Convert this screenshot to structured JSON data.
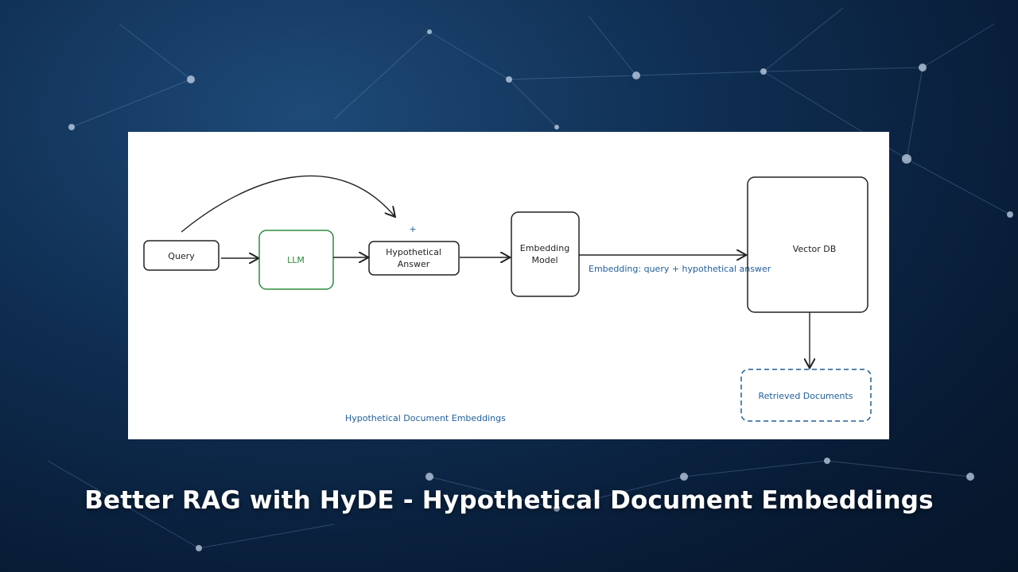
{
  "diagram": {
    "nodes": {
      "query": "Query",
      "llm": "LLM",
      "hypo_line1": "Hypothetical",
      "hypo_line2": "Answer",
      "embed_line1": "Embedding",
      "embed_line2": "Model",
      "vectordb": "Vector DB",
      "retrieved": "Retrieved Documents"
    },
    "plus_sign": "+",
    "edge_label": "Embedding: query + hypothetical answer",
    "caption": "Hypothetical Document Embeddings"
  },
  "headline": "Better RAG with HyDE - Hypothetical Document Embeddings",
  "colors": {
    "llm_border": "#2e8b3a",
    "accent_blue": "#1f5f9a",
    "background": "#0f2e52"
  }
}
